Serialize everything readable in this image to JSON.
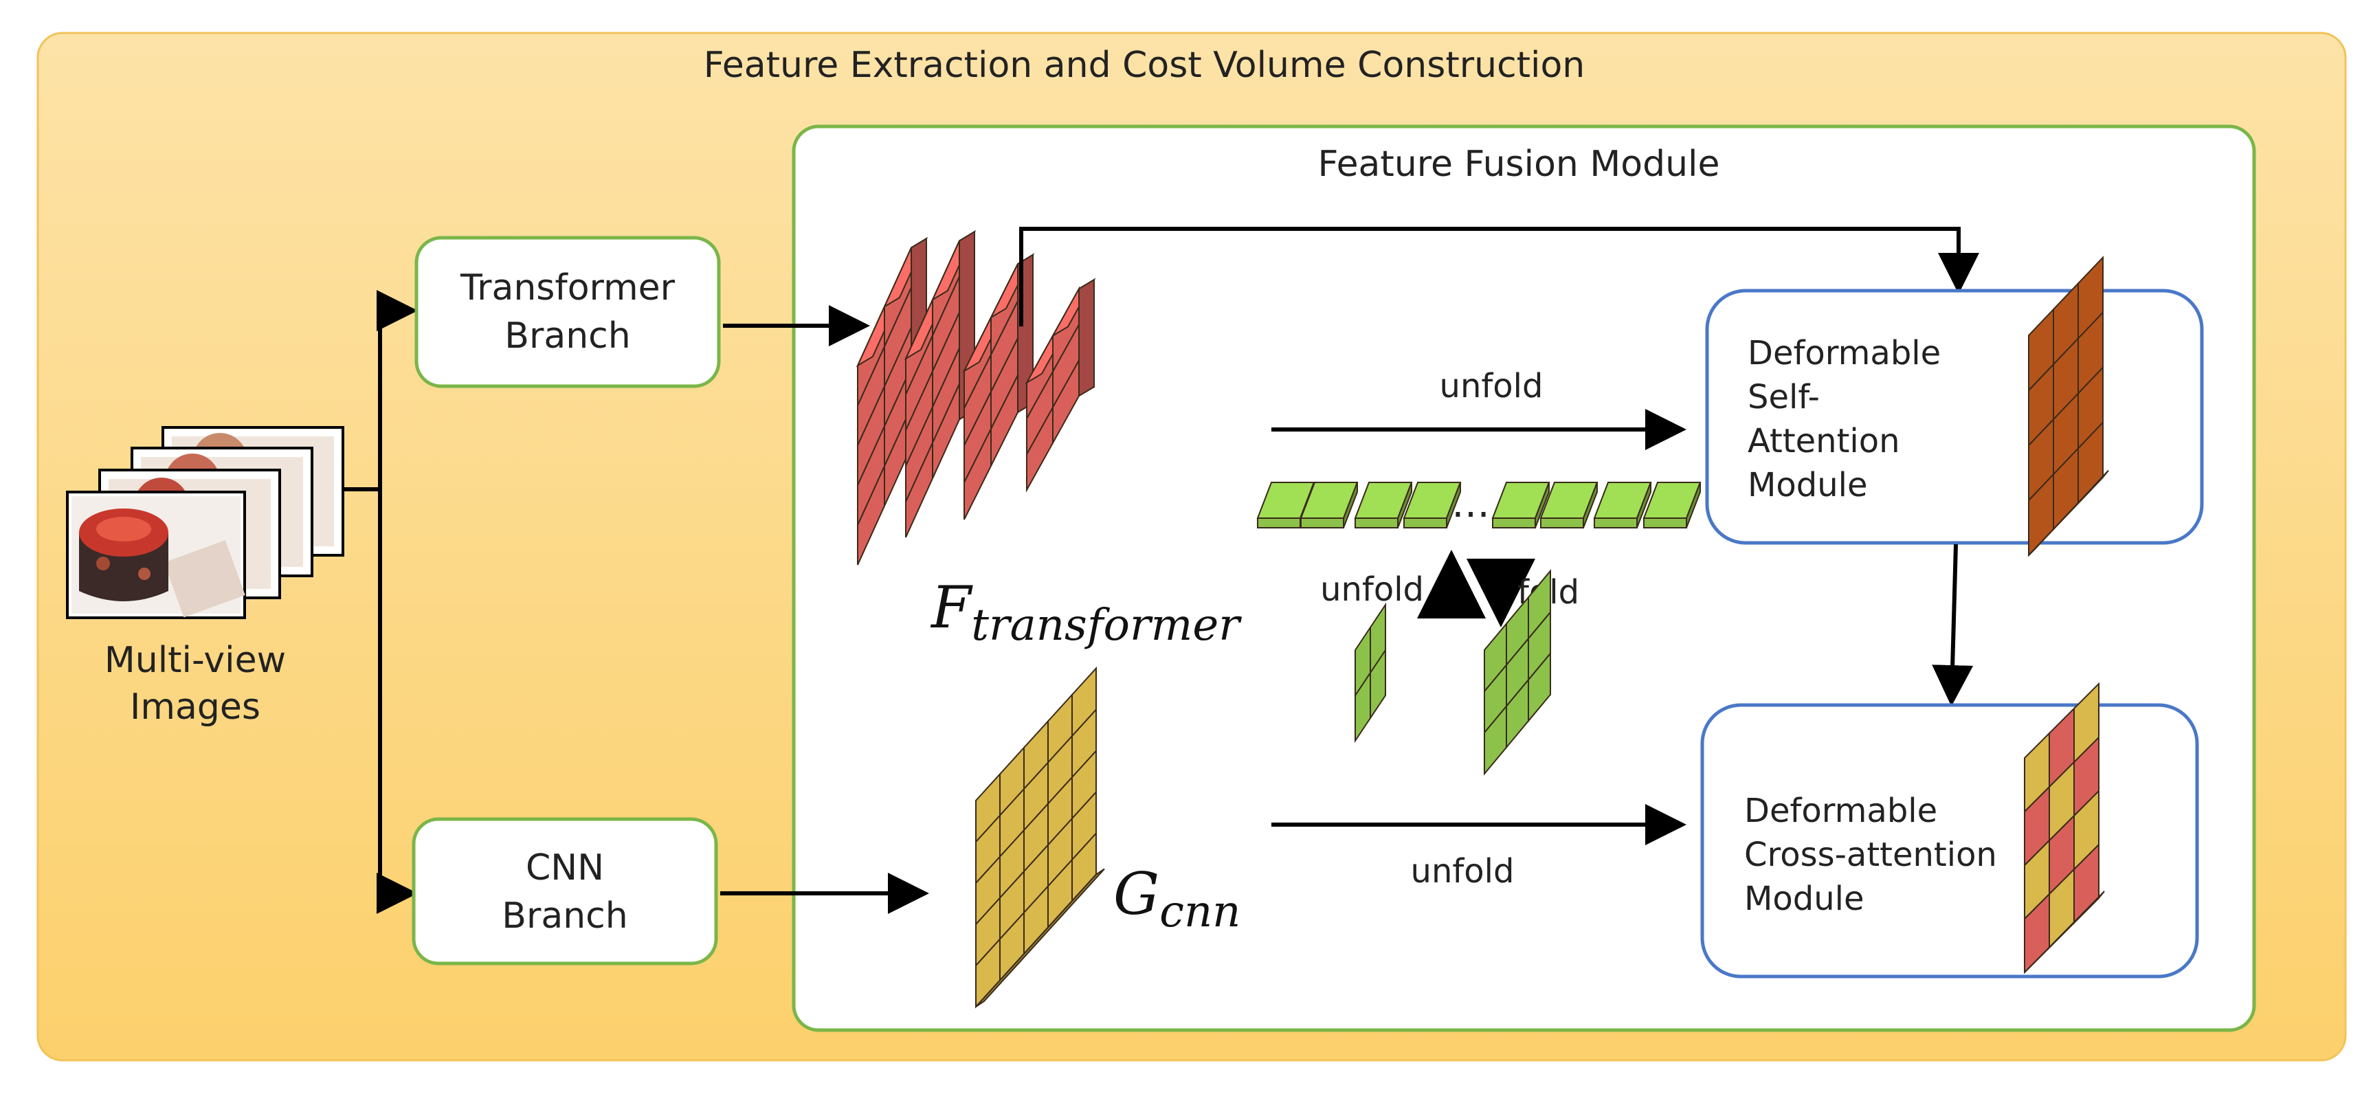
{
  "outer": {
    "title": "Feature Extraction and Cost Volume Construction"
  },
  "fusion": {
    "title": "Feature Fusion Module"
  },
  "input": {
    "label_line1": "Multi-view",
    "label_line2": "Images"
  },
  "transformer_branch": {
    "line1": "Transformer",
    "line2": "Branch"
  },
  "cnn_branch": {
    "line1": "CNN",
    "line2": "Branch"
  },
  "features": {
    "f_main": "F",
    "f_sub": "transformer",
    "g_main": "G",
    "g_sub": "cnn"
  },
  "ops": {
    "unfold_top": "unfold",
    "unfold_bottom": "unfold",
    "unfold_mid": "unfold",
    "fold_mid": "fold",
    "ellipsis": "…"
  },
  "self_attention": {
    "line1": "Deformable",
    "line2": "Self-",
    "line3": "Attention",
    "line4": "Module"
  },
  "cross_attention": {
    "line1": "Deformable",
    "line2": "Cross-attention",
    "line3": "Module"
  },
  "colors": {
    "outer_bg_top": "#fde0a2",
    "outer_bg_bottom": "#fccf6a",
    "module_border_green": "#7ab648",
    "attention_border_blue": "#4a78c8",
    "transformer_red": "#d9605a",
    "cnn_yellow": "#d9b84c",
    "token_green": "#8cc24a",
    "self_attn_brown": "#b5541a"
  }
}
